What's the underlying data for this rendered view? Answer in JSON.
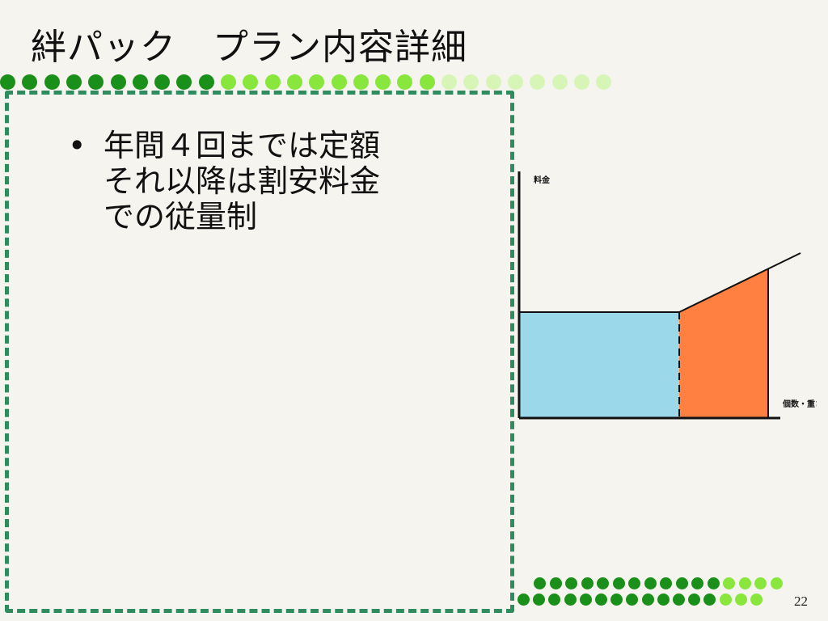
{
  "title": "絆パック　プラン内容詳細",
  "bullet": {
    "marker": "•",
    "lines": [
      "年間４回までは定額",
      "それ以降は割安料金",
      "での従量制"
    ]
  },
  "colors": {
    "dot_dark": "#1a8f1a",
    "dot_mid": "#88e63c",
    "dot_light": "#d8f5b8",
    "frame": "#2f8c5e",
    "fixed_fill": "#9bd8ea",
    "variable_fill": "#ff8040"
  },
  "chart_data": {
    "type": "area",
    "ylabel": "料金",
    "xlabel": "個数・重さ",
    "regions": [
      {
        "name": "",
        "shape": "flat"
      },
      {
        "name": "",
        "shape": "rising"
      }
    ]
  },
  "page_number": "22"
}
